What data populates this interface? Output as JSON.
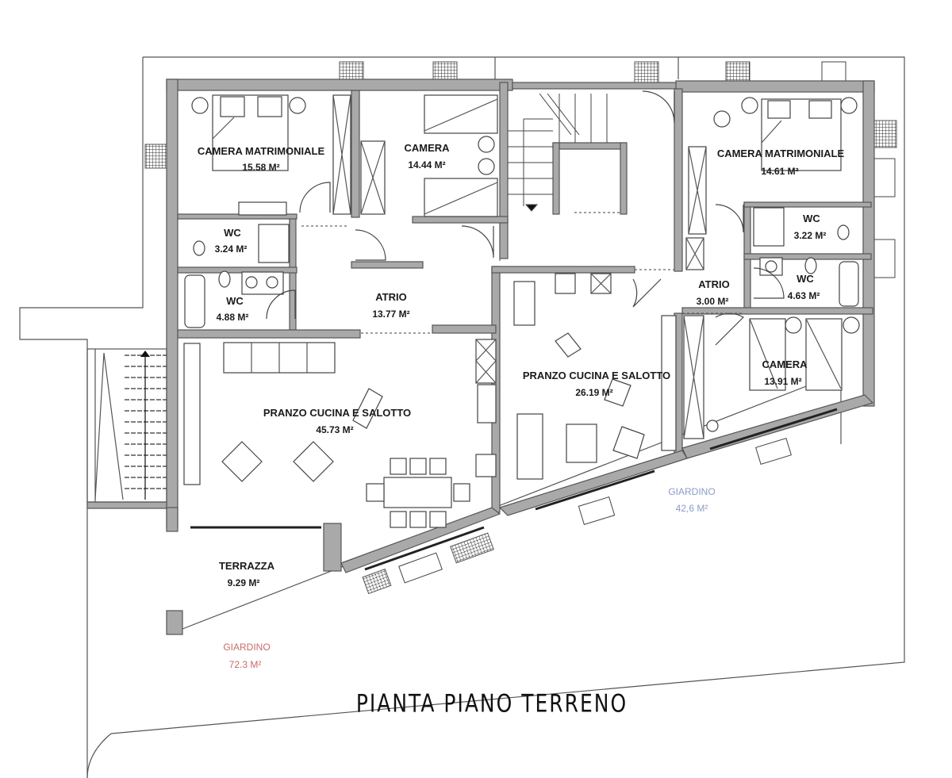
{
  "title": "PIANTA PIANO TERRENO",
  "colors": {
    "wall": "#a9a9a9",
    "line": "#555555",
    "text": "#1a1a1a",
    "garden_left": "#c96a6a",
    "garden_right": "#8a9cc4"
  },
  "rooms": [
    {
      "id": "camera-matrimoniale-left",
      "name": "CAMERA MATRIMONIALE",
      "area": "15.58 M²"
    },
    {
      "id": "camera-left",
      "name": "CAMERA",
      "area": "14.44 M²"
    },
    {
      "id": "wc-left-1",
      "name": "WC",
      "area": "3.24 M²"
    },
    {
      "id": "wc-left-2",
      "name": "WC",
      "area": "4.88 M²"
    },
    {
      "id": "atrio-left",
      "name": "ATRIO",
      "area": "13.77 M²"
    },
    {
      "id": "pranzo-left",
      "name": "PRANZO CUCINA E SALOTTO",
      "area": "45.73 M²"
    },
    {
      "id": "terrazza",
      "name": "TERRAZZA",
      "area": "9.29 M²"
    },
    {
      "id": "camera-matrimoniale-right",
      "name": "CAMERA MATRIMONIALE",
      "area": "14.61 M²"
    },
    {
      "id": "wc-right-1",
      "name": "WC",
      "area": "3.22 M²"
    },
    {
      "id": "wc-right-2",
      "name": "WC",
      "area": "4.63 M²"
    },
    {
      "id": "atrio-right",
      "name": "ATRIO",
      "area": "3.00 M²"
    },
    {
      "id": "pranzo-right",
      "name": "PRANZO CUCINA E SALOTTO",
      "area": "26.19 M²"
    },
    {
      "id": "camera-right",
      "name": "CAMERA",
      "area": "13.91 M²"
    }
  ],
  "gardens": [
    {
      "id": "giardino-left",
      "name": "GIARDINO",
      "area": "72.3 M²"
    },
    {
      "id": "giardino-right",
      "name": "GIARDINO",
      "area": "42,6 M²"
    }
  ]
}
